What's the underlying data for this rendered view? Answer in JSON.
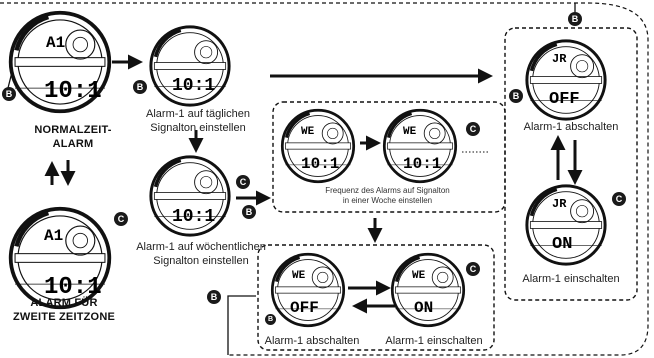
{
  "labels": {
    "normal_alarm": "NORMALZEIT-\nALARM",
    "dual_time_alarm": "ALARM FÜR\nZWEITE ZEITZONE",
    "daily": "Alarm-1 auf täglichen\nSignalton einstellen",
    "weekly": "Alarm-1 auf wöchentlichen\nSignalton einstellen",
    "frequency": "Frequenz des Alarms auf Signalton\nin einer Woche einstellen",
    "off_right": "Alarm-1 abschalten",
    "on_right": "Alarm-1 einschalten",
    "off_bottom": "Alarm-1 abschalten",
    "on_bottom": "Alarm-1 einschalten"
  },
  "buttons": {
    "b": "B",
    "c": "C"
  },
  "displays": {
    "normal": {
      "top": "A1",
      "bottom": "10:1"
    },
    "daily": {
      "top": "",
      "bottom": "10:1"
    },
    "weekly": {
      "top": "",
      "bottom": "10:1"
    },
    "freq1": {
      "top": "WE",
      "bottom": "10:1"
    },
    "freq2": {
      "top": "WE",
      "bottom": "10:1"
    },
    "dual": {
      "top": "A1",
      "bottom": "10:1"
    },
    "off_bottom": {
      "top": "WE",
      "bottom": "OFF"
    },
    "on_bottom": {
      "top": "WE",
      "bottom": "ON"
    },
    "off_right": {
      "top": "JR",
      "bottom": "OFF"
    },
    "on_right": {
      "top": "JR",
      "bottom": "ON"
    }
  },
  "colors": {
    "ink": "#111111",
    "badge": "#1a1a1a"
  }
}
